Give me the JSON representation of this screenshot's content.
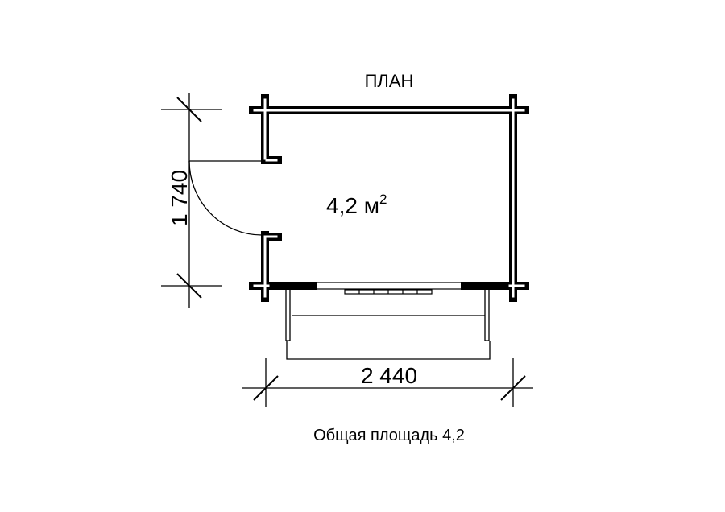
{
  "title": "ПЛАН",
  "room_area": "4,2 м",
  "room_area_sup": "2",
  "dim_height": "1 740",
  "dim_width": "2 440",
  "caption": "Общая площадь 4,2",
  "colors": {
    "line": "#000000",
    "background": "#ffffff"
  }
}
